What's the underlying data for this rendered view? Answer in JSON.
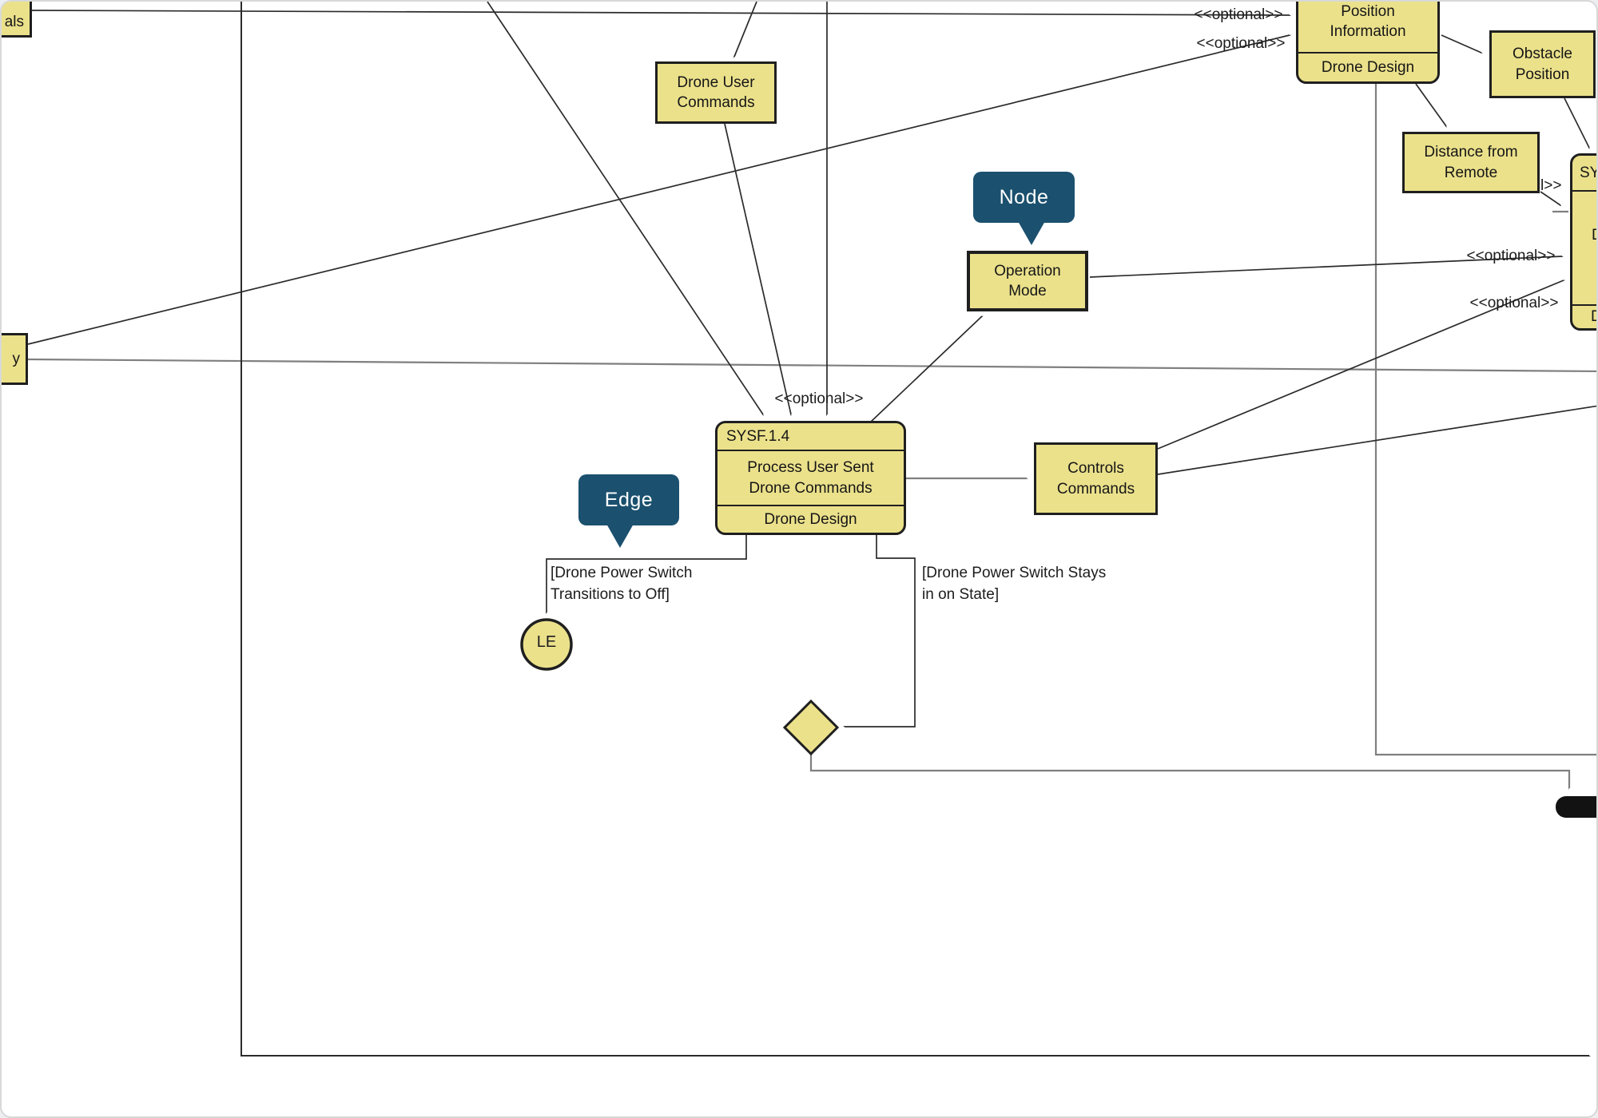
{
  "colors": {
    "node_fill": "#ebe18b",
    "node_border": "#1f1f1f",
    "callout_blue": "#1b506e",
    "edge_gray": "#7f7f7f",
    "edge_black": "#2b2b2b",
    "bar_black": "#121212"
  },
  "nodes": {
    "als_fragment": {
      "label": "als"
    },
    "y_fragment": {
      "label": "y"
    },
    "drone_user_commands": {
      "label": "Drone User\nCommands"
    },
    "position_information": {
      "title": "Position\nInformation",
      "design": "Drone Design"
    },
    "obstacle_position": {
      "label": "Obstacle\nPosition"
    },
    "distance_from_remote": {
      "label": "Distance from\nRemote"
    },
    "operation_mode": {
      "label": "Operation\nMode"
    },
    "sysf_1_4": {
      "id": "SYSF.1.4",
      "name": "Process User Sent\nDrone Commands",
      "design": "Drone Design"
    },
    "controls_commands": {
      "label": "Controls\nCommands"
    },
    "sy_fragment": {
      "title": "SY",
      "mid_fragment": "D",
      "design_fragment": "D"
    },
    "loop_exit": {
      "label": "LE"
    }
  },
  "callouts": {
    "node": "Node",
    "edge": "Edge"
  },
  "edge_labels": {
    "optional_top_1": "<<optional>>",
    "optional_top_2": "<<optional>>",
    "optional_right_1": "<<optional>>",
    "optional_right_2": "<<optional>>",
    "optional_fragment": "l>>",
    "optional_sysf": "<<optional>>",
    "guard_power_off": "[Drone Power Switch\nTransitions to Off]",
    "guard_power_on": "[Drone Power Switch Stays\nin on State]"
  }
}
